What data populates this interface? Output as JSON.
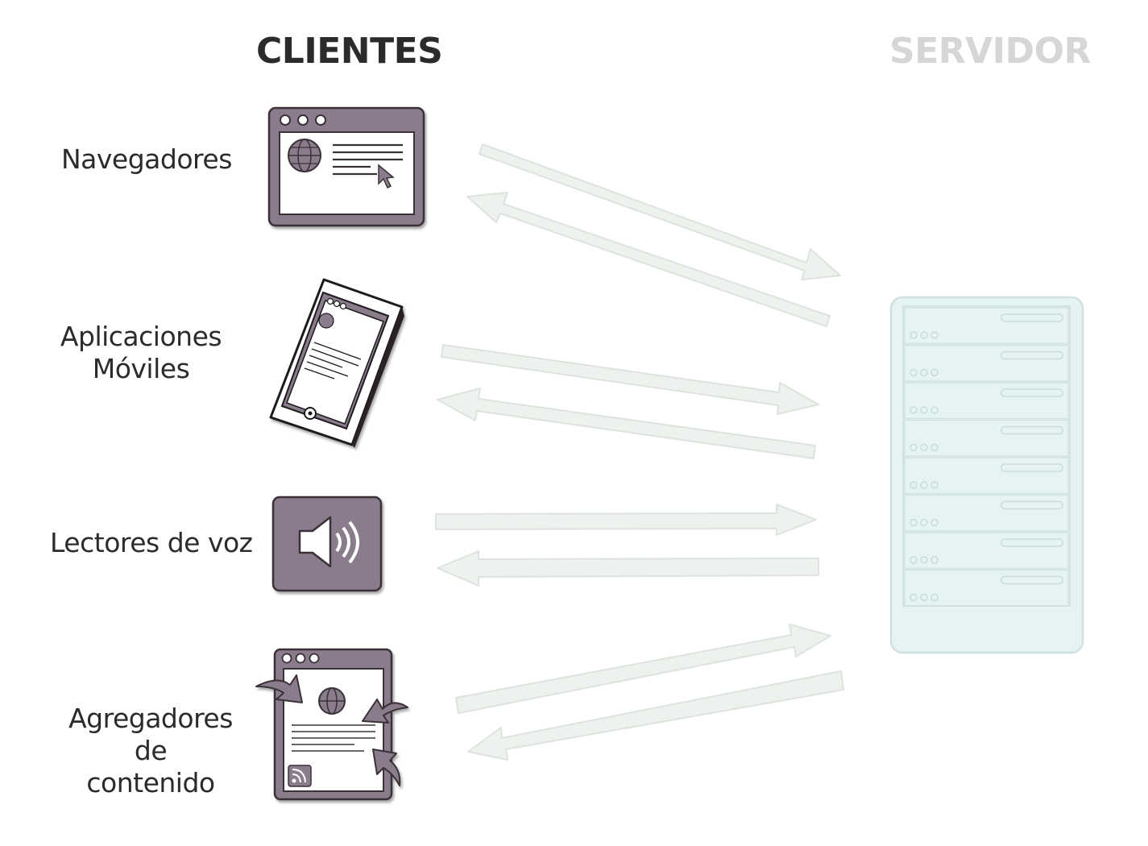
{
  "headings": {
    "clients": "CLIENTES",
    "server": "SERVIDOR"
  },
  "clients": [
    {
      "label_line1": "Navegadores",
      "icon": "browser-window-icon"
    },
    {
      "label_line1": "Aplicaciones",
      "label_line2": "Móviles",
      "icon": "tablet-icon"
    },
    {
      "label_line1": "Lectores de voz",
      "icon": "speaker-icon"
    },
    {
      "label_line1": "Agregadores de",
      "label_line2": "contenido",
      "icon": "feed-aggregator-icon"
    }
  ],
  "server": {
    "icon": "server-rack-icon",
    "units": 8
  },
  "colors": {
    "icon_fill": "#8a7b8c",
    "icon_stroke": "#3a3038",
    "arrow_fill": "#eef2ee",
    "arrow_stroke": "#dde3dd",
    "server_fill": "#e6f3f3",
    "server_stroke": "#cfe0e0",
    "heading_clients": "#2b2b2b",
    "heading_server": "#d6d6d6"
  }
}
